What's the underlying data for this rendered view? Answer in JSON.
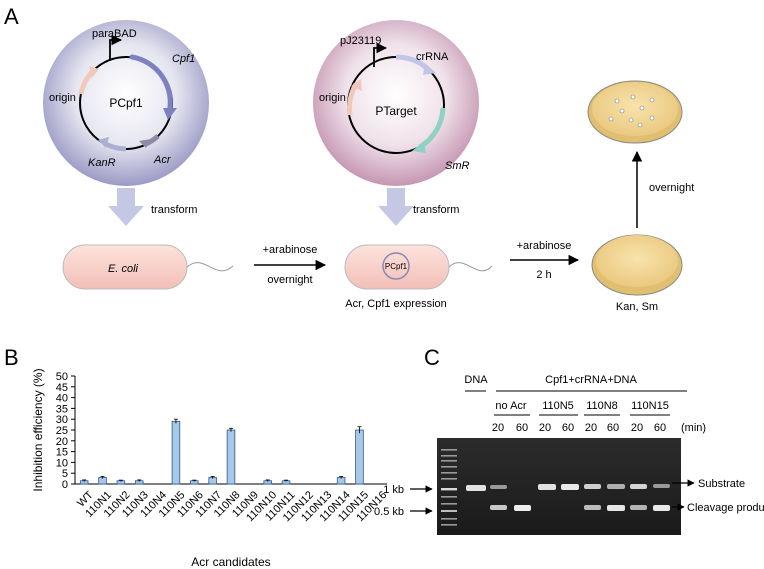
{
  "panels": {
    "a": "A",
    "b": "B",
    "c": "C"
  },
  "panel_a": {
    "plasmid1": {
      "name": "PCpf1",
      "promoter": "paraBAD",
      "genes": [
        "Cpf1",
        "Acr",
        "KanR"
      ],
      "origin": "origin"
    },
    "plasmid2": {
      "name": "PTarget",
      "promoter": "pJ23119",
      "genes": [
        "crRNA",
        "SmR"
      ],
      "origin": "origin"
    },
    "transform1": "transform",
    "transform2": "transform",
    "cell1": "E. coli",
    "step1_top": "+arabinose",
    "step1_bottom": "overnight",
    "cell2_plasmid": "PCpf1",
    "cell2_caption": "Acr, Cpf1 expression",
    "step2_top": "+arabinose",
    "step2_bottom": "2 h",
    "plate_caption": "Kan, Sm",
    "step3": "overnight",
    "colors": {
      "plasmid1": "#9c9cc8",
      "plasmid2": "#c698b4",
      "cell": "#f5c6bf",
      "plate": "#f1d597",
      "arrow": "#c5c8e4"
    }
  },
  "chart_data": {
    "type": "bar",
    "ylabel": "Inhibition efficiency (%)",
    "xlabel": "Acr candidates",
    "ylim": [
      0,
      50
    ],
    "yticks": [
      0,
      5,
      10,
      15,
      20,
      25,
      30,
      35,
      40,
      45,
      50
    ],
    "categories": [
      "WT",
      "110N1",
      "110N2",
      "110N3",
      "110N4",
      "110N5",
      "110N6",
      "110N7",
      "110N8",
      "110N9",
      "110N10",
      "110N11",
      "110N12",
      "110N13",
      "110N14",
      "110N15",
      "110N16"
    ],
    "values": [
      1.5,
      3,
      1.5,
      1.5,
      0,
      29,
      1.5,
      3,
      25,
      0,
      1.5,
      1.5,
      0,
      0,
      3,
      25,
      0
    ],
    "errors": [
      0.4,
      0.5,
      0.3,
      0.4,
      0,
      1.0,
      0.3,
      0.5,
      0.8,
      0,
      0.4,
      0.3,
      0,
      0,
      0.5,
      1.5,
      0
    ],
    "bar_color": "#a8c8e8"
  },
  "panel_c": {
    "dna_label": "DNA",
    "group_label": "Cpf1+crRNA+DNA",
    "groups": [
      "no Acr",
      "110N5",
      "110N8",
      "110N15"
    ],
    "times": [
      "20",
      "60",
      "20",
      "60",
      "20",
      "60",
      "20",
      "60"
    ],
    "time_unit": "(min)",
    "markers": [
      "1 kb",
      "0.5 kb"
    ],
    "bands": [
      "Substrate",
      "Cleavage product"
    ]
  }
}
